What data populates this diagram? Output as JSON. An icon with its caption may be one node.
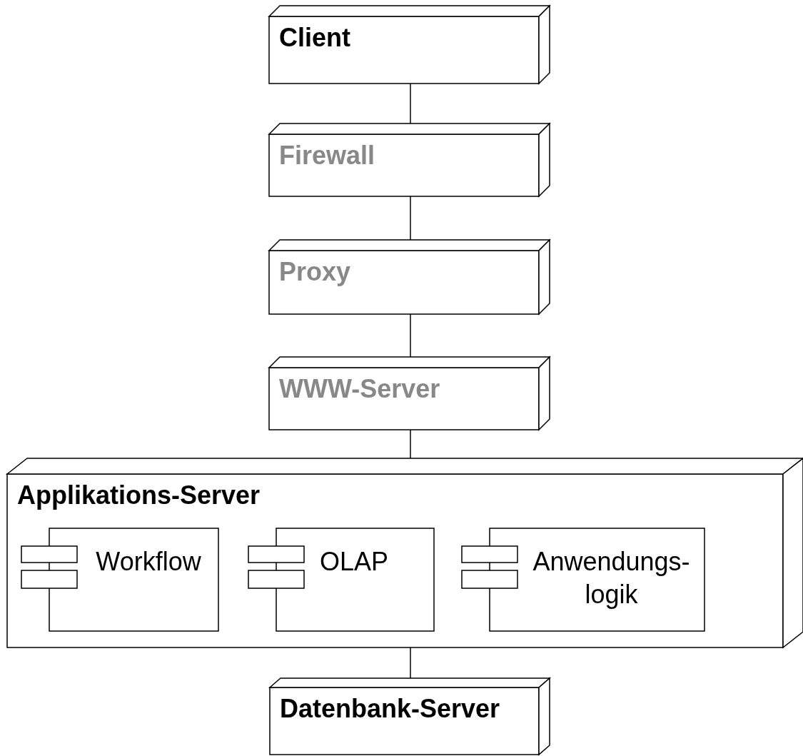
{
  "diagram": {
    "nodes": [
      {
        "text": [
          "Client"
        ]
      },
      {
        "text": [
          "Firewall"
        ]
      },
      {
        "text": [
          "Proxy"
        ]
      },
      {
        "text": [
          "WWW-Server"
        ]
      },
      {
        "text": [
          "Applikations-Server"
        ]
      },
      {
        "text": [
          "Workflow"
        ],
        "in": 4
      },
      {
        "text": [
          "OLAP"
        ],
        "in": 4
      },
      {
        "text": [
          "Anwendungs- logik"
        ],
        "in": 4
      },
      {
        "text": [
          "Datenbank-Server"
        ]
      }
    ],
    "edges": [
      {
        "from": 0,
        "to": 1,
        "arrow": "none"
      },
      {
        "from": 1,
        "to": 2,
        "arrow": "none"
      },
      {
        "from": 2,
        "to": 3,
        "arrow": "none"
      },
      {
        "from": 3,
        "to": 4,
        "arrow": "none"
      },
      {
        "from": 4,
        "to": 8,
        "arrow": "none"
      }
    ]
  }
}
